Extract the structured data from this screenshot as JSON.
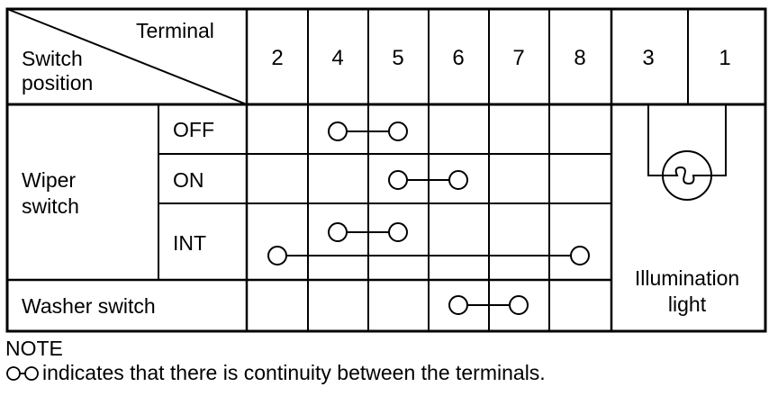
{
  "header": {
    "corner_top": "Terminal",
    "corner_bottom_line1": "Switch",
    "corner_bottom_line2": "position",
    "terminals": [
      "2",
      "4",
      "5",
      "6",
      "7",
      "8",
      "3",
      "1"
    ]
  },
  "rows": {
    "wiper_line1": "Wiper",
    "wiper_line2": "switch",
    "off": "OFF",
    "on": "ON",
    "int": "INT",
    "washer": "Washer switch"
  },
  "connections": [
    {
      "row": "OFF",
      "from": "4",
      "to": "5"
    },
    {
      "row": "ON",
      "from": "5",
      "to": "6"
    },
    {
      "row": "INT",
      "from": "4",
      "to": "5"
    },
    {
      "row": "INT",
      "from": "2",
      "to": "8"
    },
    {
      "row": "Washer switch",
      "from": "6",
      "to": "7"
    }
  ],
  "illumination": {
    "line1": "Illumination",
    "line2": "light",
    "terminals": [
      "3",
      "1"
    ],
    "icon": "lamp-icon"
  },
  "note": {
    "heading": "NOTE",
    "text": "indicates that there is continuity between the terminals.",
    "symbol_icon": "continuity-symbol-icon"
  }
}
